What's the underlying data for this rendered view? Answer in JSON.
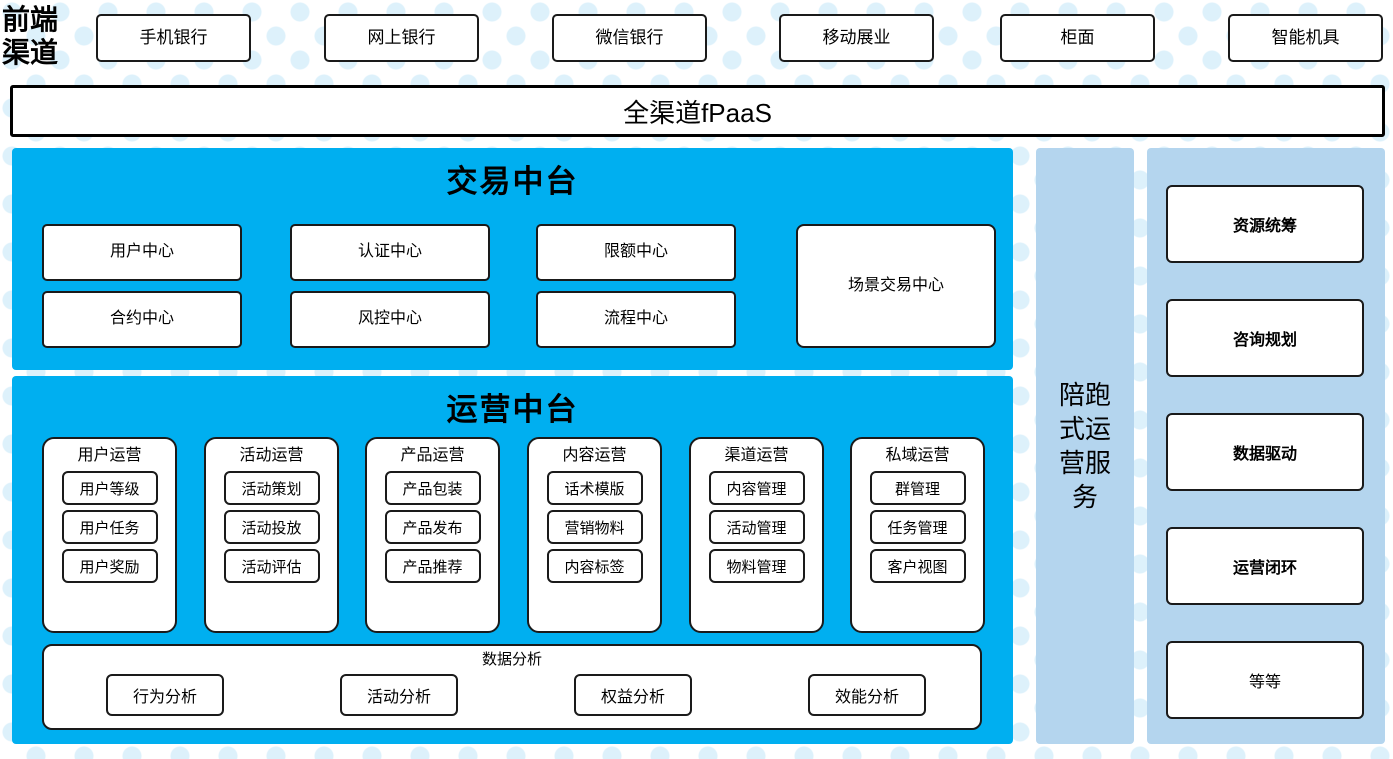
{
  "colors": {
    "cyan_panel": "#00aff0",
    "light_blue_panel": "#b4d5ee",
    "box_border": "#1a1a1a",
    "box_fill": "#ffffff",
    "dot_pattern": "#ddf1fb"
  },
  "front_end": {
    "label": "前端\n渠道",
    "channels": [
      {
        "label": "手机银行"
      },
      {
        "label": "网上银行"
      },
      {
        "label": "微信银行"
      },
      {
        "label": "移动展业"
      },
      {
        "label": "柜面"
      },
      {
        "label": "智能机具"
      }
    ]
  },
  "fpaas": {
    "label": "全渠道fPaaS"
  },
  "trade_center": {
    "title": "交易中台",
    "modules": [
      {
        "label": "用户中心"
      },
      {
        "label": "认证中心"
      },
      {
        "label": "限额中心"
      },
      {
        "label": "合约中心"
      },
      {
        "label": "风控中心"
      },
      {
        "label": "流程中心"
      }
    ],
    "wide_module": {
      "label": "场景交易中心"
    }
  },
  "ops_center": {
    "title": "运营中台",
    "columns": [
      {
        "title": "用户运营",
        "items": [
          "用户等级",
          "用户任务",
          "用户奖励"
        ]
      },
      {
        "title": "活动运营",
        "items": [
          "活动策划",
          "活动投放",
          "活动评估"
        ]
      },
      {
        "title": "产品运营",
        "items": [
          "产品包装",
          "产品发布",
          "产品推荐"
        ]
      },
      {
        "title": "内容运营",
        "items": [
          "话术模版",
          "营销物料",
          "内容标签"
        ]
      },
      {
        "title": "渠道运营",
        "items": [
          "内容管理",
          "活动管理",
          "物料管理"
        ]
      },
      {
        "title": "私域运营",
        "items": [
          "群管理",
          "任务管理",
          "客户视图"
        ]
      }
    ],
    "data_analysis": {
      "title": "数据分析",
      "items": [
        "行为分析",
        "活动分析",
        "权益分析",
        "效能分析"
      ]
    }
  },
  "service_column": {
    "label": "陪跑式运营服务"
  },
  "capability_column": {
    "items": [
      {
        "label": "资源统筹",
        "bold": true
      },
      {
        "label": "咨询规划",
        "bold": true
      },
      {
        "label": "数据驱动",
        "bold": true
      },
      {
        "label": "运营闭环",
        "bold": true
      },
      {
        "label": "等等",
        "bold": false
      }
    ]
  }
}
